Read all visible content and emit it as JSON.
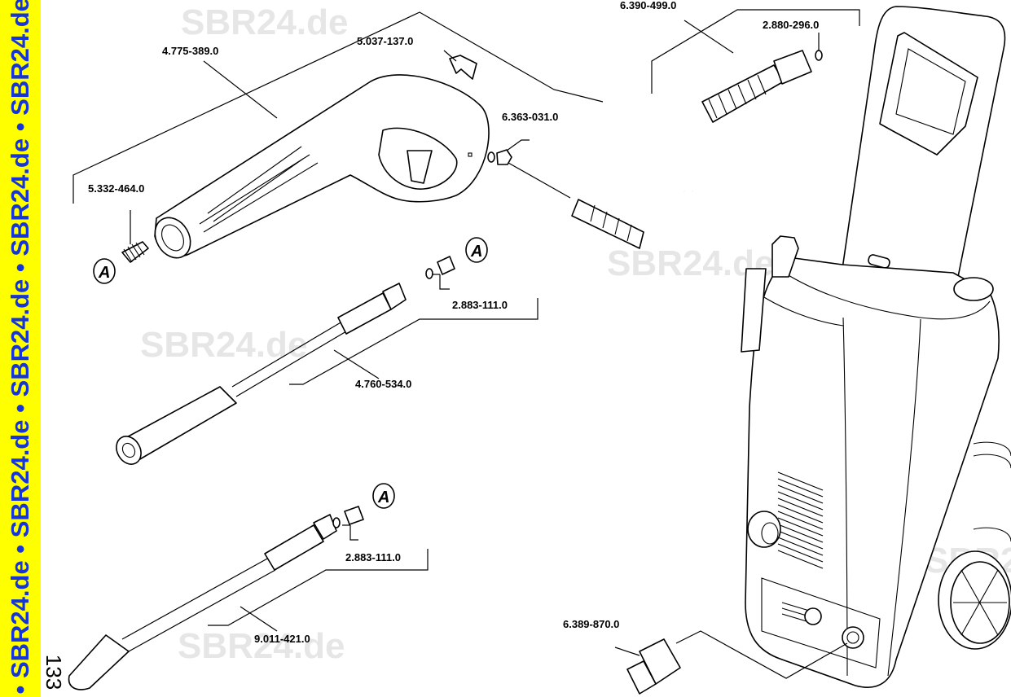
{
  "watermark": "SBR24.de",
  "sidebar_text": "e • SBR24.de • SBR24.de • SBR24.de • SBR24.de • SBR24.de •",
  "page_number": "133",
  "marker_letter": "A",
  "parts": [
    {
      "part_number": "4.775-389.0"
    },
    {
      "part_number": "5.037-137.0"
    },
    {
      "part_number": "6.390-499.0"
    },
    {
      "part_number": "2.880-296.0"
    },
    {
      "part_number": "6.363-031.0"
    },
    {
      "part_number": "5.332-464.0"
    },
    {
      "part_number": "2.883-111.0"
    },
    {
      "part_number": "4.760-534.0"
    },
    {
      "part_number": "2.883-111.0"
    },
    {
      "part_number": "9.011-421.0"
    },
    {
      "part_number": "6.389-870.0"
    }
  ]
}
